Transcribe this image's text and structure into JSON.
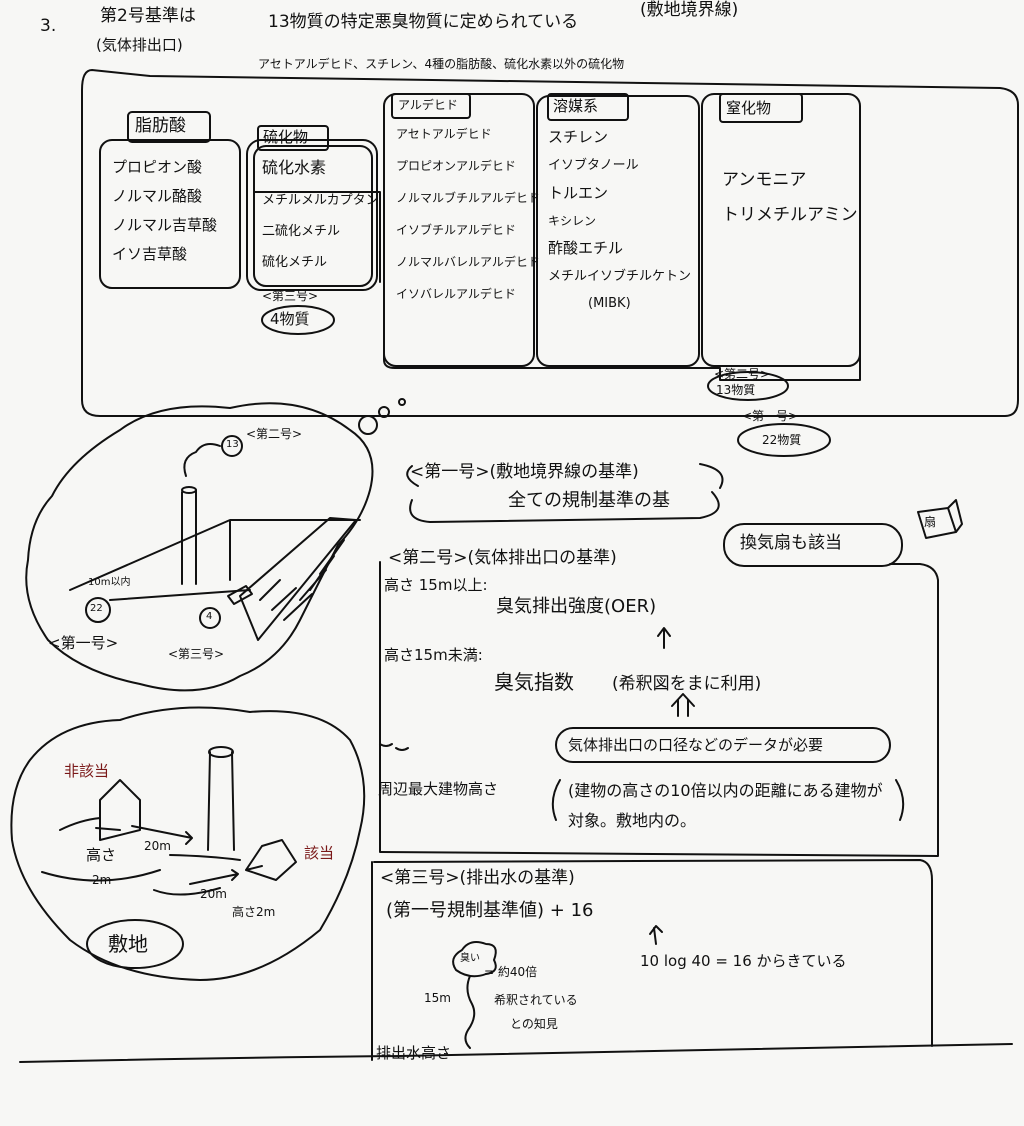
{
  "header": {
    "number": "3.",
    "standard_title": "第2号基準は",
    "standard_sub": "(気体排出口)",
    "thirteen": "13物質の特定悪臭物質に定められている",
    "corner_title": "(敷地境界線)",
    "list_line": "アセトアルデヒド、スチレン、4種の脂肪酸、硫化水素以外の硫化物"
  },
  "boxes": {
    "fatty": {
      "title": "脂肪酸",
      "items": [
        "プロピオン酸",
        "ノルマル酪酸",
        "ノルマル吉草酸",
        "イソ吉草酸"
      ]
    },
    "sulfide": {
      "title": "硫化物",
      "items": [
        "硫化水素",
        "メチルメルカプタン",
        "二硫化メチル",
        "硫化メチル"
      ],
      "tag": "<第三号>",
      "count": "4物質"
    },
    "aldehyde": {
      "title": "アルデヒド",
      "items": [
        "アセトアルデヒド",
        "プロピオンアルデヒド",
        "ノルマルブチルアルデヒド",
        "イソブチルアルデヒド",
        "ノルマルバレルアルデヒド",
        "イソバレルアルデヒド"
      ]
    },
    "solvent": {
      "title": "溶媒系",
      "items": [
        "スチレン",
        "イソブタノール",
        "トルエン",
        "キシレン",
        "酢酸エチル",
        "メチルイソブチルケトン",
        "(MIBK)"
      ]
    },
    "nitrogen": {
      "title": "窒化物",
      "items": [
        "アンモニア",
        "トリメチルアミン"
      ]
    },
    "no2_tag": "<第二号>",
    "no2_count": "13物質",
    "no1_tag": "<第一号>",
    "no1_count": "22物質"
  },
  "cloud1": {
    "circle": "13",
    "label_no2": "<第二号>",
    "distance": "10m以内",
    "circle22": "22",
    "label_no1": "<第一号>",
    "circle4": "4",
    "label_no3": "<第三号>"
  },
  "cloud2": {
    "non_applicable": "非該当",
    "applicable": "該当",
    "height_left": "高さ",
    "height_left_val": "2m",
    "dist_left": "20m",
    "dist_bottom": "20m",
    "height_right": "高さ2m",
    "site": "敷地"
  },
  "section1": {
    "title": "<第一号>(敷地境界線の基準)",
    "sub": "全ての規制基準の基",
    "fan_note": "換気扇も該当",
    "fan_box": "扇"
  },
  "section2": {
    "title": "<第二号>(気体排出口の基準)",
    "row1_label": "高さ 15m以上:",
    "row1_value": "臭気排出強度(OER)",
    "row2_label": "高さ15m未満:",
    "row2_value": "臭気指数",
    "row2_note": "(希釈図をまに利用)",
    "data_note": "気体排出口の口径などのデータが必要",
    "row3_label": "周辺最大建物高さ",
    "row3_value": "(建物の高さの10倍以内の距離にある建物が対象。敷地内の。"
  },
  "section3": {
    "title": "<第三号>(排出水の基準)",
    "formula_left": "(第一号規制基準値) + 16",
    "formula_right": "10 log 40 = 16 からきている",
    "cloud_label": "臭い",
    "dilution": "= 約40倍",
    "dilution_note1": "希釈されている",
    "dilution_note2": "との知見",
    "height": "15m",
    "baseline": "排出水高さ"
  }
}
